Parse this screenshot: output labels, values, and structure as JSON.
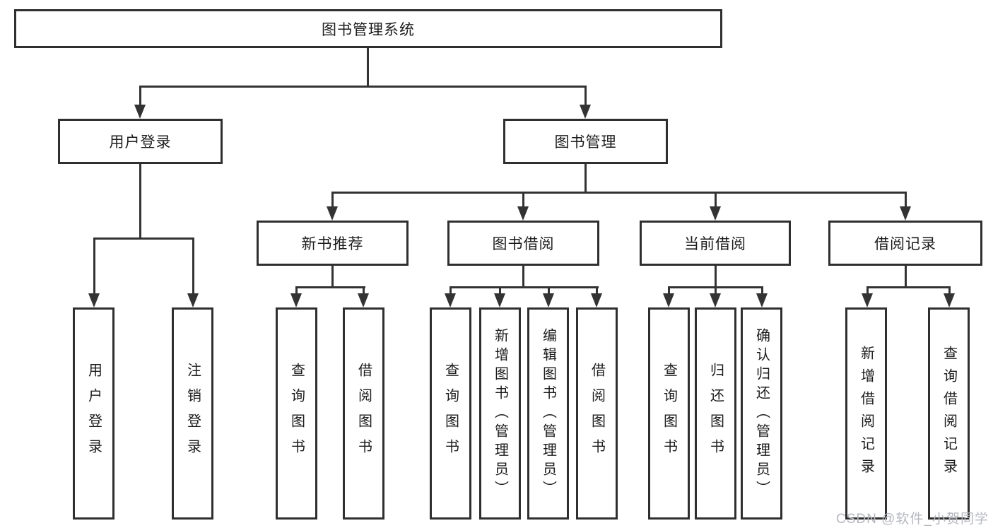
{
  "diagram": {
    "root": {
      "label": "图书管理系统"
    },
    "level2": [
      {
        "label": "用户登录"
      },
      {
        "label": "图书管理"
      }
    ],
    "level3": [
      {
        "label": "新书推荐"
      },
      {
        "label": "图书借阅"
      },
      {
        "label": "当前借阅"
      },
      {
        "label": "借阅记录"
      }
    ],
    "leaves": {
      "user_login": [
        {
          "label": "用户登录"
        },
        {
          "label": "注销登录"
        }
      ],
      "new_book_recommend": [
        {
          "label": "查询图书"
        },
        {
          "label": "借阅图书"
        }
      ],
      "book_borrow": [
        {
          "label": "查询图书"
        },
        {
          "label": "新增图书（管理员）"
        },
        {
          "label": "编辑图书（管理员）"
        },
        {
          "label": "借阅图书"
        }
      ],
      "current_borrow": [
        {
          "label": "查询图书"
        },
        {
          "label": "归还图书"
        },
        {
          "label": "确认归还（管理员）"
        }
      ],
      "borrow_records": [
        {
          "label": "新增借阅记录"
        },
        {
          "label": "查询借阅记录"
        }
      ]
    }
  },
  "watermark": {
    "text": "CSDN @软件_小贺同学"
  },
  "colors": {
    "line": "#333333",
    "border": "#2f2f2f",
    "text": "#1c1c1c",
    "watermark": "#b5b8bf",
    "background": "#ffffff"
  }
}
